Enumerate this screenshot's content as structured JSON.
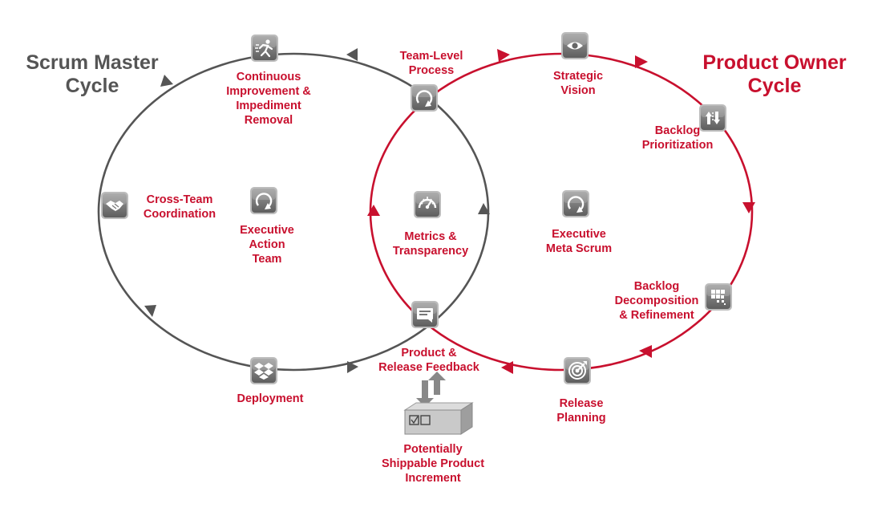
{
  "colors": {
    "scrum_master": "#555555",
    "product_owner": "#c8102e",
    "icon_dark": "#6f6f6f",
    "icon_light": "#d4d4d4"
  },
  "titles": {
    "scrum_master": [
      "Scrum  Master",
      "Cycle"
    ],
    "product_owner": [
      "Product Owner",
      "Cycle"
    ]
  },
  "labels": {
    "team_level_process": [
      "Team-Level",
      "Process"
    ],
    "continuous_improvement": [
      "Continuous",
      "Improvement &",
      "Impediment",
      "Removal"
    ],
    "strategic_vision": [
      "Strategic",
      "Vision"
    ],
    "backlog_prioritization": [
      "Backlog",
      "Prioritization"
    ],
    "cross_team_coordination": [
      "Cross-Team",
      "Coordination"
    ],
    "executive_action_team": [
      "Executive",
      "Action",
      "Team"
    ],
    "metrics_transparency": [
      "Metrics &",
      "Transparency"
    ],
    "executive_meta_scrum": [
      "Executive",
      "Meta Scrum"
    ],
    "backlog_decomposition": [
      "Backlog",
      "Decomposition",
      "& Refinement"
    ],
    "product_release_feedback": [
      "Product &",
      "Release Feedback"
    ],
    "deployment": [
      "Deployment"
    ],
    "release_planning": [
      "Release",
      "Planning"
    ],
    "potentially_shippable": [
      "Potentially",
      "Shippable Product",
      "Increment"
    ]
  },
  "icons": {
    "team_level_process": "cycle-arrow-icon",
    "continuous_improvement": "running-person-icon",
    "strategic_vision": "eye-icon",
    "backlog_prioritization": "priority-arrows-icon",
    "cross_team_coordination": "handshake-icon",
    "executive_action_team": "cycle-arrow-icon",
    "metrics_transparency": "speedometer-icon",
    "executive_meta_scrum": "cycle-arrow-icon",
    "backlog_decomposition": "decomposition-icon",
    "product_release_feedback": "feedback-screen-icon",
    "deployment": "dropbox-icon",
    "release_planning": "target-icon",
    "potentially_shippable": "shippable-box-icon"
  }
}
